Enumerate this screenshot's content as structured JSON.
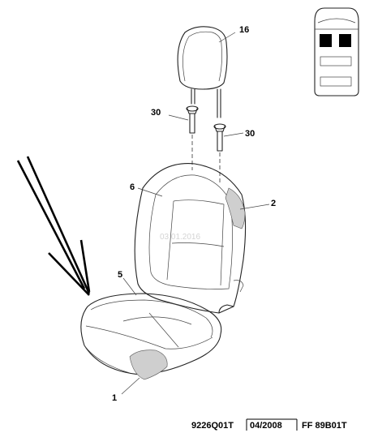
{
  "callouts": {
    "headrest": "16",
    "guide_left": "30",
    "guide_right": "30",
    "backrest": "6",
    "backrest_cover_panel": "2",
    "cushion": "5",
    "cushion_cover_panel": "1"
  },
  "watermark": "03.01.2016",
  "footer": {
    "ref_left": "9226Q01T",
    "date": "04/2008",
    "ref_right": "FF 89B01T"
  },
  "locator": {
    "selected_seats": 2,
    "rows": 3
  }
}
